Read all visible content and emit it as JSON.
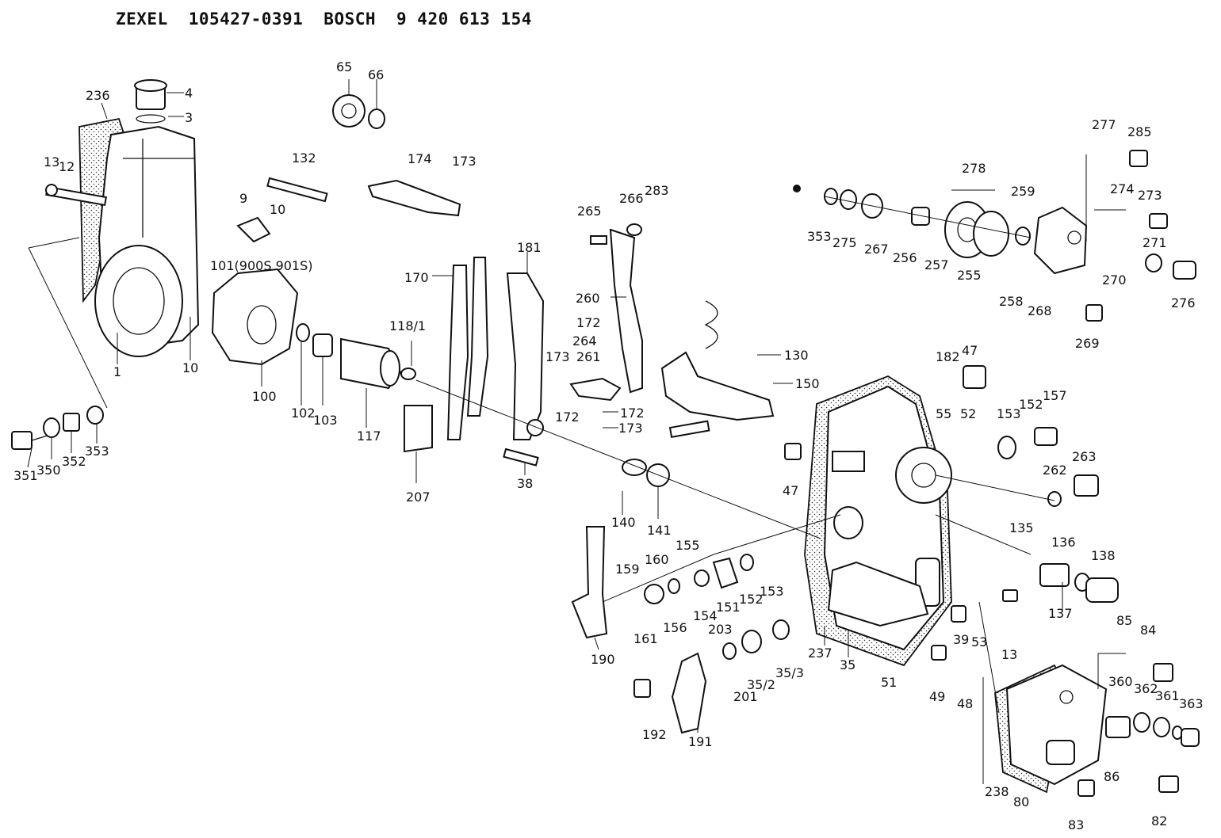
{
  "header": {
    "brand1": "ZEXEL",
    "part1": "105427-0391",
    "brand2": "BOSCH",
    "part2": "9 420 613 154"
  },
  "callouts": [
    {
      "id": "c4",
      "text": "4"
    },
    {
      "id": "c3",
      "text": "3"
    },
    {
      "id": "c236",
      "text": "236"
    },
    {
      "id": "c13a",
      "text": "13"
    },
    {
      "id": "c12",
      "text": "12"
    },
    {
      "id": "c1",
      "text": "1"
    },
    {
      "id": "c10a",
      "text": "10"
    },
    {
      "id": "c9",
      "text": "9"
    },
    {
      "id": "c10b",
      "text": "10"
    },
    {
      "id": "c132",
      "text": "132"
    },
    {
      "id": "c101",
      "text": "101(900S 901S)"
    },
    {
      "id": "c100",
      "text": "100"
    },
    {
      "id": "c102",
      "text": "102"
    },
    {
      "id": "c103",
      "text": "103"
    },
    {
      "id": "c117",
      "text": "117"
    },
    {
      "id": "c118",
      "text": "118/1"
    },
    {
      "id": "c65",
      "text": "65"
    },
    {
      "id": "c66",
      "text": "66"
    },
    {
      "id": "c174",
      "text": "174"
    },
    {
      "id": "c173a",
      "text": "173"
    },
    {
      "id": "c170",
      "text": "170"
    },
    {
      "id": "c181",
      "text": "181"
    },
    {
      "id": "c207",
      "text": "207"
    },
    {
      "id": "c38",
      "text": "38"
    },
    {
      "id": "c173b",
      "text": "173"
    },
    {
      "id": "c172a",
      "text": "172"
    },
    {
      "id": "c261",
      "text": "261"
    },
    {
      "id": "c172b",
      "text": "172"
    },
    {
      "id": "c173c",
      "text": "173"
    },
    {
      "id": "c172c",
      "text": "172"
    },
    {
      "id": "c264",
      "text": "264"
    },
    {
      "id": "c265",
      "text": "265"
    },
    {
      "id": "c266",
      "text": "266"
    },
    {
      "id": "c283",
      "text": "283"
    },
    {
      "id": "c260",
      "text": "260"
    },
    {
      "id": "c130",
      "text": "130"
    },
    {
      "id": "c150",
      "text": "150"
    },
    {
      "id": "c140",
      "text": "140"
    },
    {
      "id": "c141",
      "text": "141"
    },
    {
      "id": "c351",
      "text": "351"
    },
    {
      "id": "c350",
      "text": "350"
    },
    {
      "id": "c352",
      "text": "352"
    },
    {
      "id": "c353a",
      "text": "353"
    },
    {
      "id": "c190",
      "text": "190"
    },
    {
      "id": "c159",
      "text": "159"
    },
    {
      "id": "c160",
      "text": "160"
    },
    {
      "id": "c161",
      "text": "161"
    },
    {
      "id": "c156",
      "text": "156"
    },
    {
      "id": "c155",
      "text": "155"
    },
    {
      "id": "c154",
      "text": "154"
    },
    {
      "id": "c151",
      "text": "151"
    },
    {
      "id": "c152a",
      "text": "152"
    },
    {
      "id": "c153a",
      "text": "153"
    },
    {
      "id": "c192",
      "text": "192"
    },
    {
      "id": "c191",
      "text": "191"
    },
    {
      "id": "c203",
      "text": "203"
    },
    {
      "id": "c201",
      "text": "201"
    },
    {
      "id": "c352b",
      "text": "35/2"
    },
    {
      "id": "c353b",
      "text": "35/3"
    },
    {
      "id": "c237",
      "text": "237"
    },
    {
      "id": "c35",
      "text": "35"
    },
    {
      "id": "c51",
      "text": "51"
    },
    {
      "id": "c47a",
      "text": "47"
    },
    {
      "id": "c47b",
      "text": "47"
    },
    {
      "id": "c182",
      "text": "182"
    },
    {
      "id": "c55",
      "text": "55"
    },
    {
      "id": "c52",
      "text": "52"
    },
    {
      "id": "c153b",
      "text": "153"
    },
    {
      "id": "c152b",
      "text": "152"
    },
    {
      "id": "c157",
      "text": "157"
    },
    {
      "id": "c262",
      "text": "262"
    },
    {
      "id": "c263",
      "text": "263"
    },
    {
      "id": "c135",
      "text": "135"
    },
    {
      "id": "c136",
      "text": "136"
    },
    {
      "id": "c138",
      "text": "138"
    },
    {
      "id": "c137",
      "text": "137"
    },
    {
      "id": "c39",
      "text": "39"
    },
    {
      "id": "c53",
      "text": "53"
    },
    {
      "id": "c13b",
      "text": "13"
    },
    {
      "id": "c49",
      "text": "49"
    },
    {
      "id": "c48",
      "text": "48"
    },
    {
      "id": "c353c",
      "text": "353"
    },
    {
      "id": "c275",
      "text": "275"
    },
    {
      "id": "c267",
      "text": "267"
    },
    {
      "id": "c256",
      "text": "256"
    },
    {
      "id": "c257",
      "text": "257"
    },
    {
      "id": "c255",
      "text": "255"
    },
    {
      "id": "c278",
      "text": "278"
    },
    {
      "id": "c259",
      "text": "259"
    },
    {
      "id": "c258",
      "text": "258"
    },
    {
      "id": "c268",
      "text": "268"
    },
    {
      "id": "c277",
      "text": "277"
    },
    {
      "id": "c285",
      "text": "285"
    },
    {
      "id": "c274",
      "text": "274"
    },
    {
      "id": "c273",
      "text": "273"
    },
    {
      "id": "c271",
      "text": "271"
    },
    {
      "id": "c270",
      "text": "270"
    },
    {
      "id": "c276",
      "text": "276"
    },
    {
      "id": "c269",
      "text": "269"
    },
    {
      "id": "c85",
      "text": "85"
    },
    {
      "id": "c84",
      "text": "84"
    },
    {
      "id": "c360",
      "text": "360"
    },
    {
      "id": "c362",
      "text": "362"
    },
    {
      "id": "c361",
      "text": "361"
    },
    {
      "id": "c363",
      "text": "363"
    },
    {
      "id": "c238",
      "text": "238"
    },
    {
      "id": "c80",
      "text": "80"
    },
    {
      "id": "c86",
      "text": "86"
    },
    {
      "id": "c83",
      "text": "83"
    },
    {
      "id": "c82",
      "text": "82"
    }
  ]
}
